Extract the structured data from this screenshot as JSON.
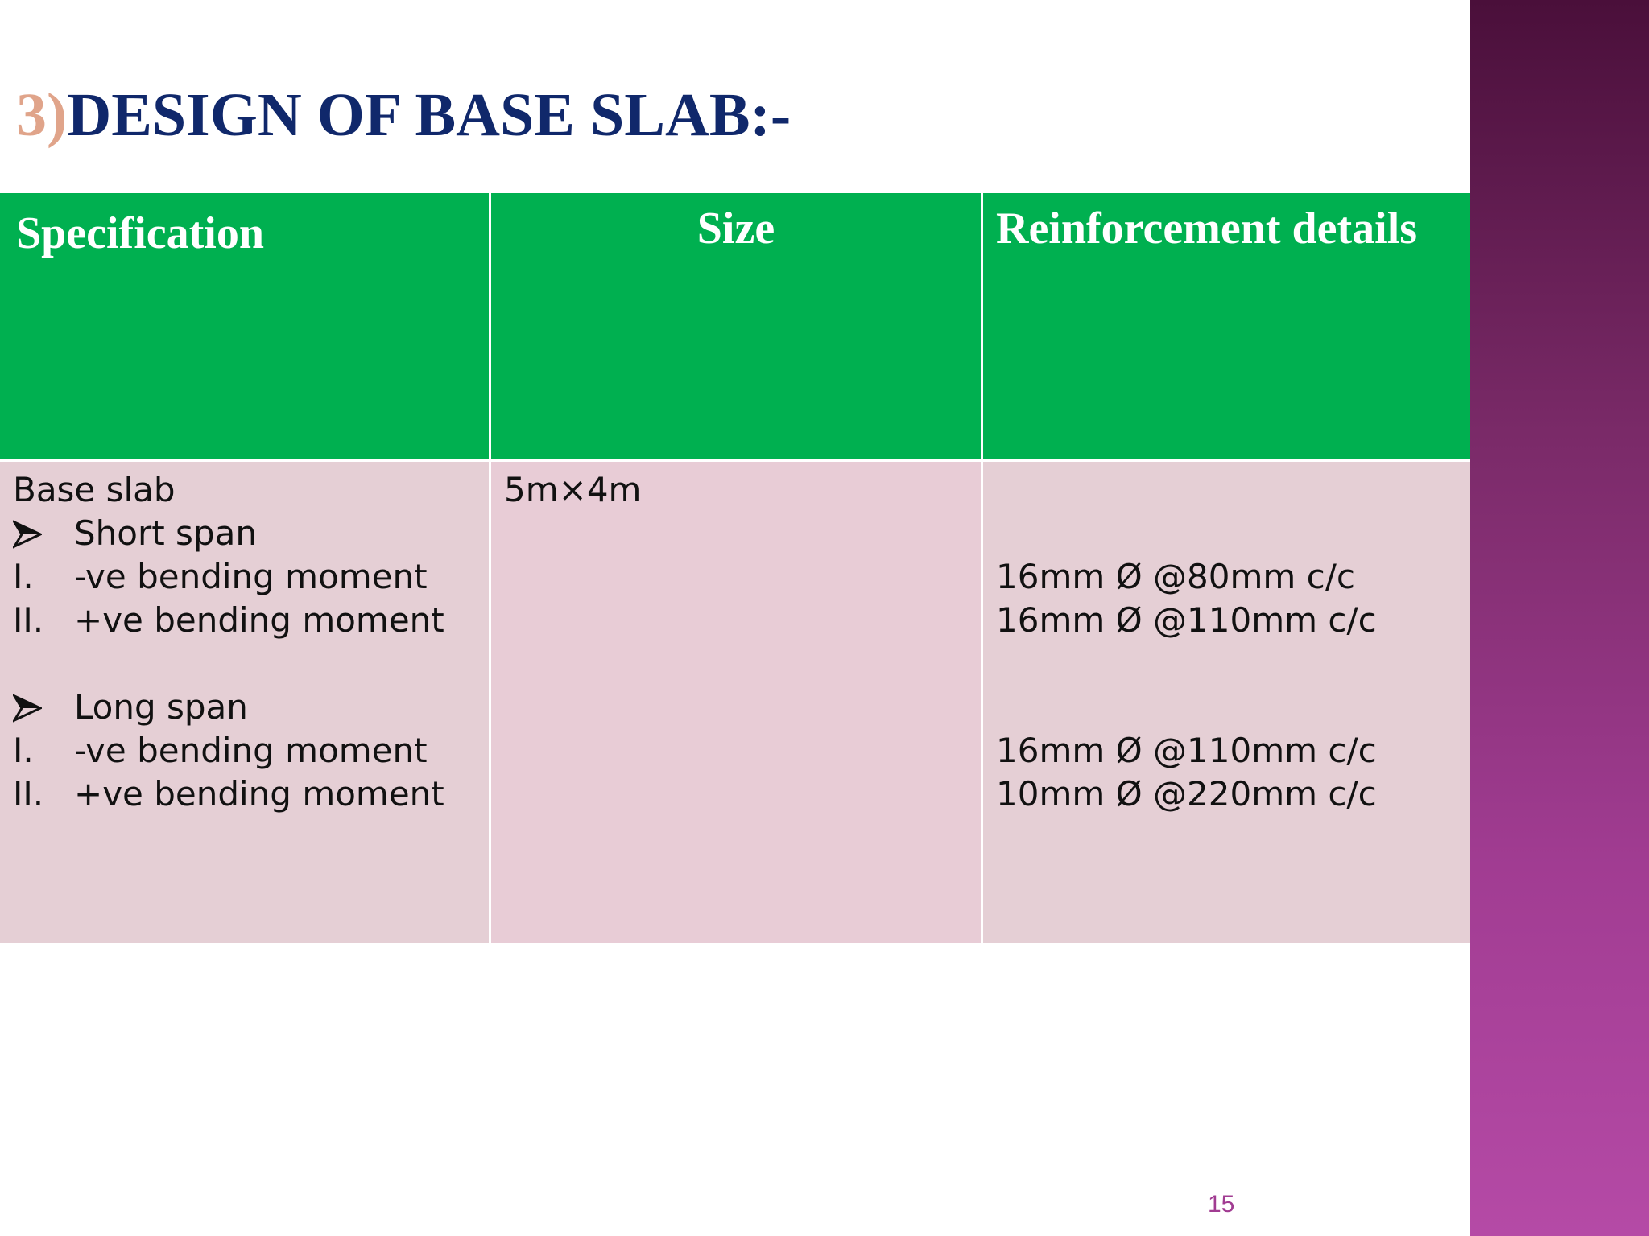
{
  "title": {
    "number": "3)",
    "text": "DESIGN OF BASE SLAB:-"
  },
  "table": {
    "headers": [
      "Specification",
      "Size",
      "Reinforcement details"
    ],
    "row": {
      "spec": {
        "item": "Base slab",
        "short_span": "Short span",
        "short_neg_marker": "I.",
        "short_neg": "-ve bending moment",
        "short_pos_marker": "II.",
        "short_pos": "+ve bending moment",
        "long_span": "Long span",
        "long_neg_marker": "I.",
        "long_neg": "-ve bending moment",
        "long_pos_marker": "II.",
        "long_pos": "+ve bending moment"
      },
      "size": "5m×4m",
      "reinforcement": {
        "short_neg": "16mm Ø @80mm c/c",
        "short_pos": "16mm Ø @110mm c/c",
        "long_neg": "16mm Ø @110mm c/c",
        "long_pos": "10mm Ø @220mm c/c"
      }
    }
  },
  "bullet_icon": "arrowhead-bullet-icon",
  "page_number": "15",
  "colors": {
    "header_green": "#00b050",
    "title_navy": "#10286b",
    "title_number": "#e0a48a",
    "body_pink": "#e5cfd5",
    "side_purple": "#a13c92"
  }
}
